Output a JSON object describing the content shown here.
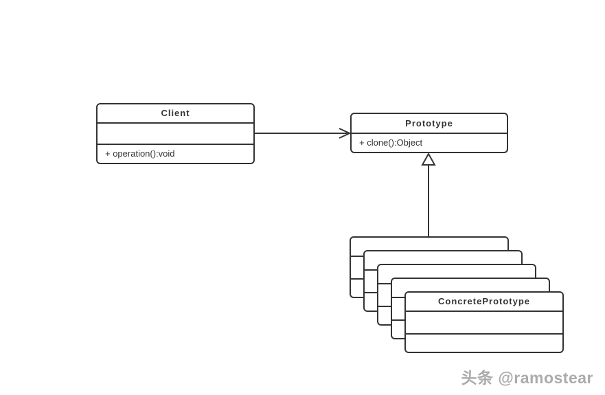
{
  "diagram": {
    "type": "uml-class-diagram",
    "pattern": "Prototype",
    "stroke_color": "#333333",
    "background_color": "#ffffff",
    "classes": {
      "client": {
        "title": "Client",
        "attributes": "",
        "methods": "+ operation():void"
      },
      "prototype": {
        "title": "Prototype",
        "methods": "+ clone():Object"
      },
      "concrete_prototype": {
        "title": "ConcretePrototype",
        "attributes": "",
        "methods": "",
        "stack_count": 5
      }
    },
    "relations": {
      "client_to_prototype": "association-open-arrow",
      "concrete_to_prototype": "generalization-hollow-triangle"
    }
  },
  "watermark": {
    "text": "头条 @ramostear",
    "color": "#ababab"
  }
}
